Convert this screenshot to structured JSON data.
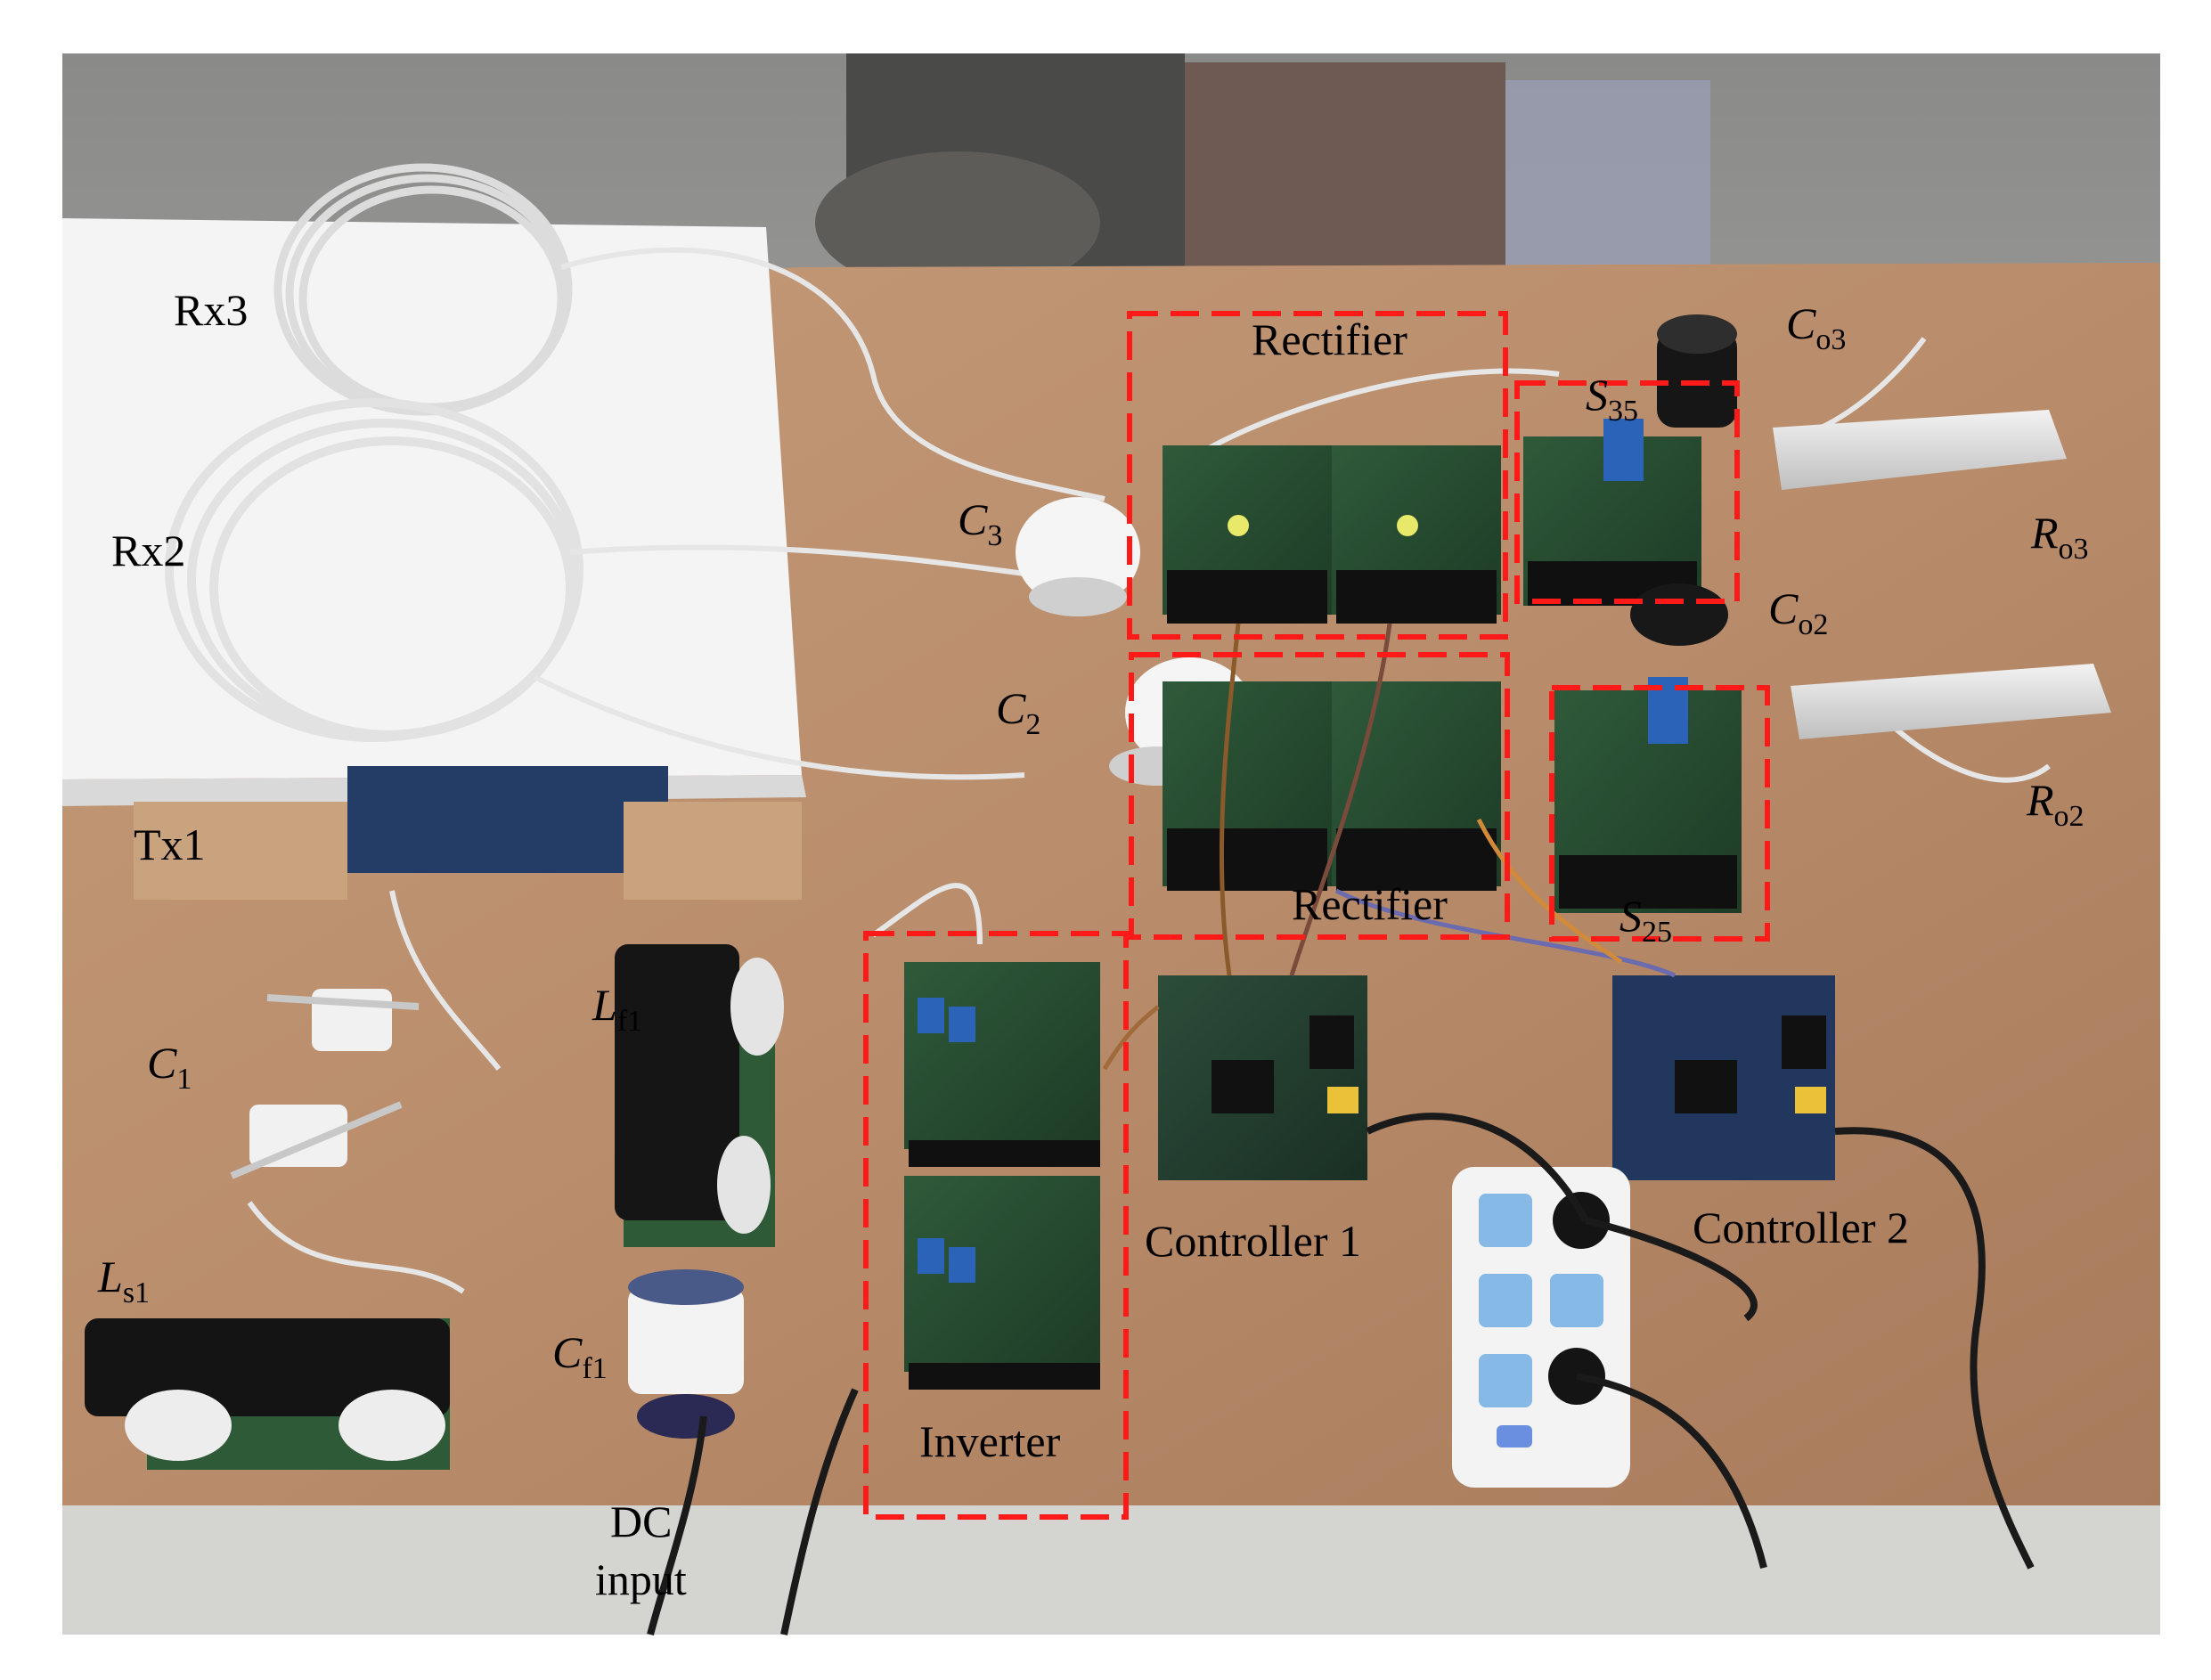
{
  "image": {
    "frame_color": "#ffffff",
    "accent_color": "#ff1a1a"
  },
  "labels": {
    "rx3": "Rx3",
    "rx2": "Rx2",
    "tx1": "Tx1",
    "c1_main": "C",
    "c1_sub": "1",
    "ls1_main": "L",
    "ls1_sub": "s1",
    "lf1_main": "L",
    "lf1_sub": "f1",
    "cf1_main": "C",
    "cf1_sub": "f1",
    "dc_input_line1": "DC",
    "dc_input_line2": "input",
    "c3_main": "C",
    "c3_sub": "3",
    "c2_main": "C",
    "c2_sub": "2",
    "rectifier_top": "Rectifier",
    "rectifier_bottom": "Rectifier",
    "inverter": "Inverter",
    "controller1": "Controller 1",
    "controller2": "Controller 2",
    "co3_main": "C",
    "co3_sub": "o3",
    "co2_main": "C",
    "co2_sub": "o2",
    "ro3_main": "R",
    "ro3_sub": "o3",
    "ro2_main": "R",
    "ro2_sub": "o2",
    "s35_main": "S",
    "s35_sub": "35",
    "s25_main": "S",
    "s25_sub": "25"
  }
}
